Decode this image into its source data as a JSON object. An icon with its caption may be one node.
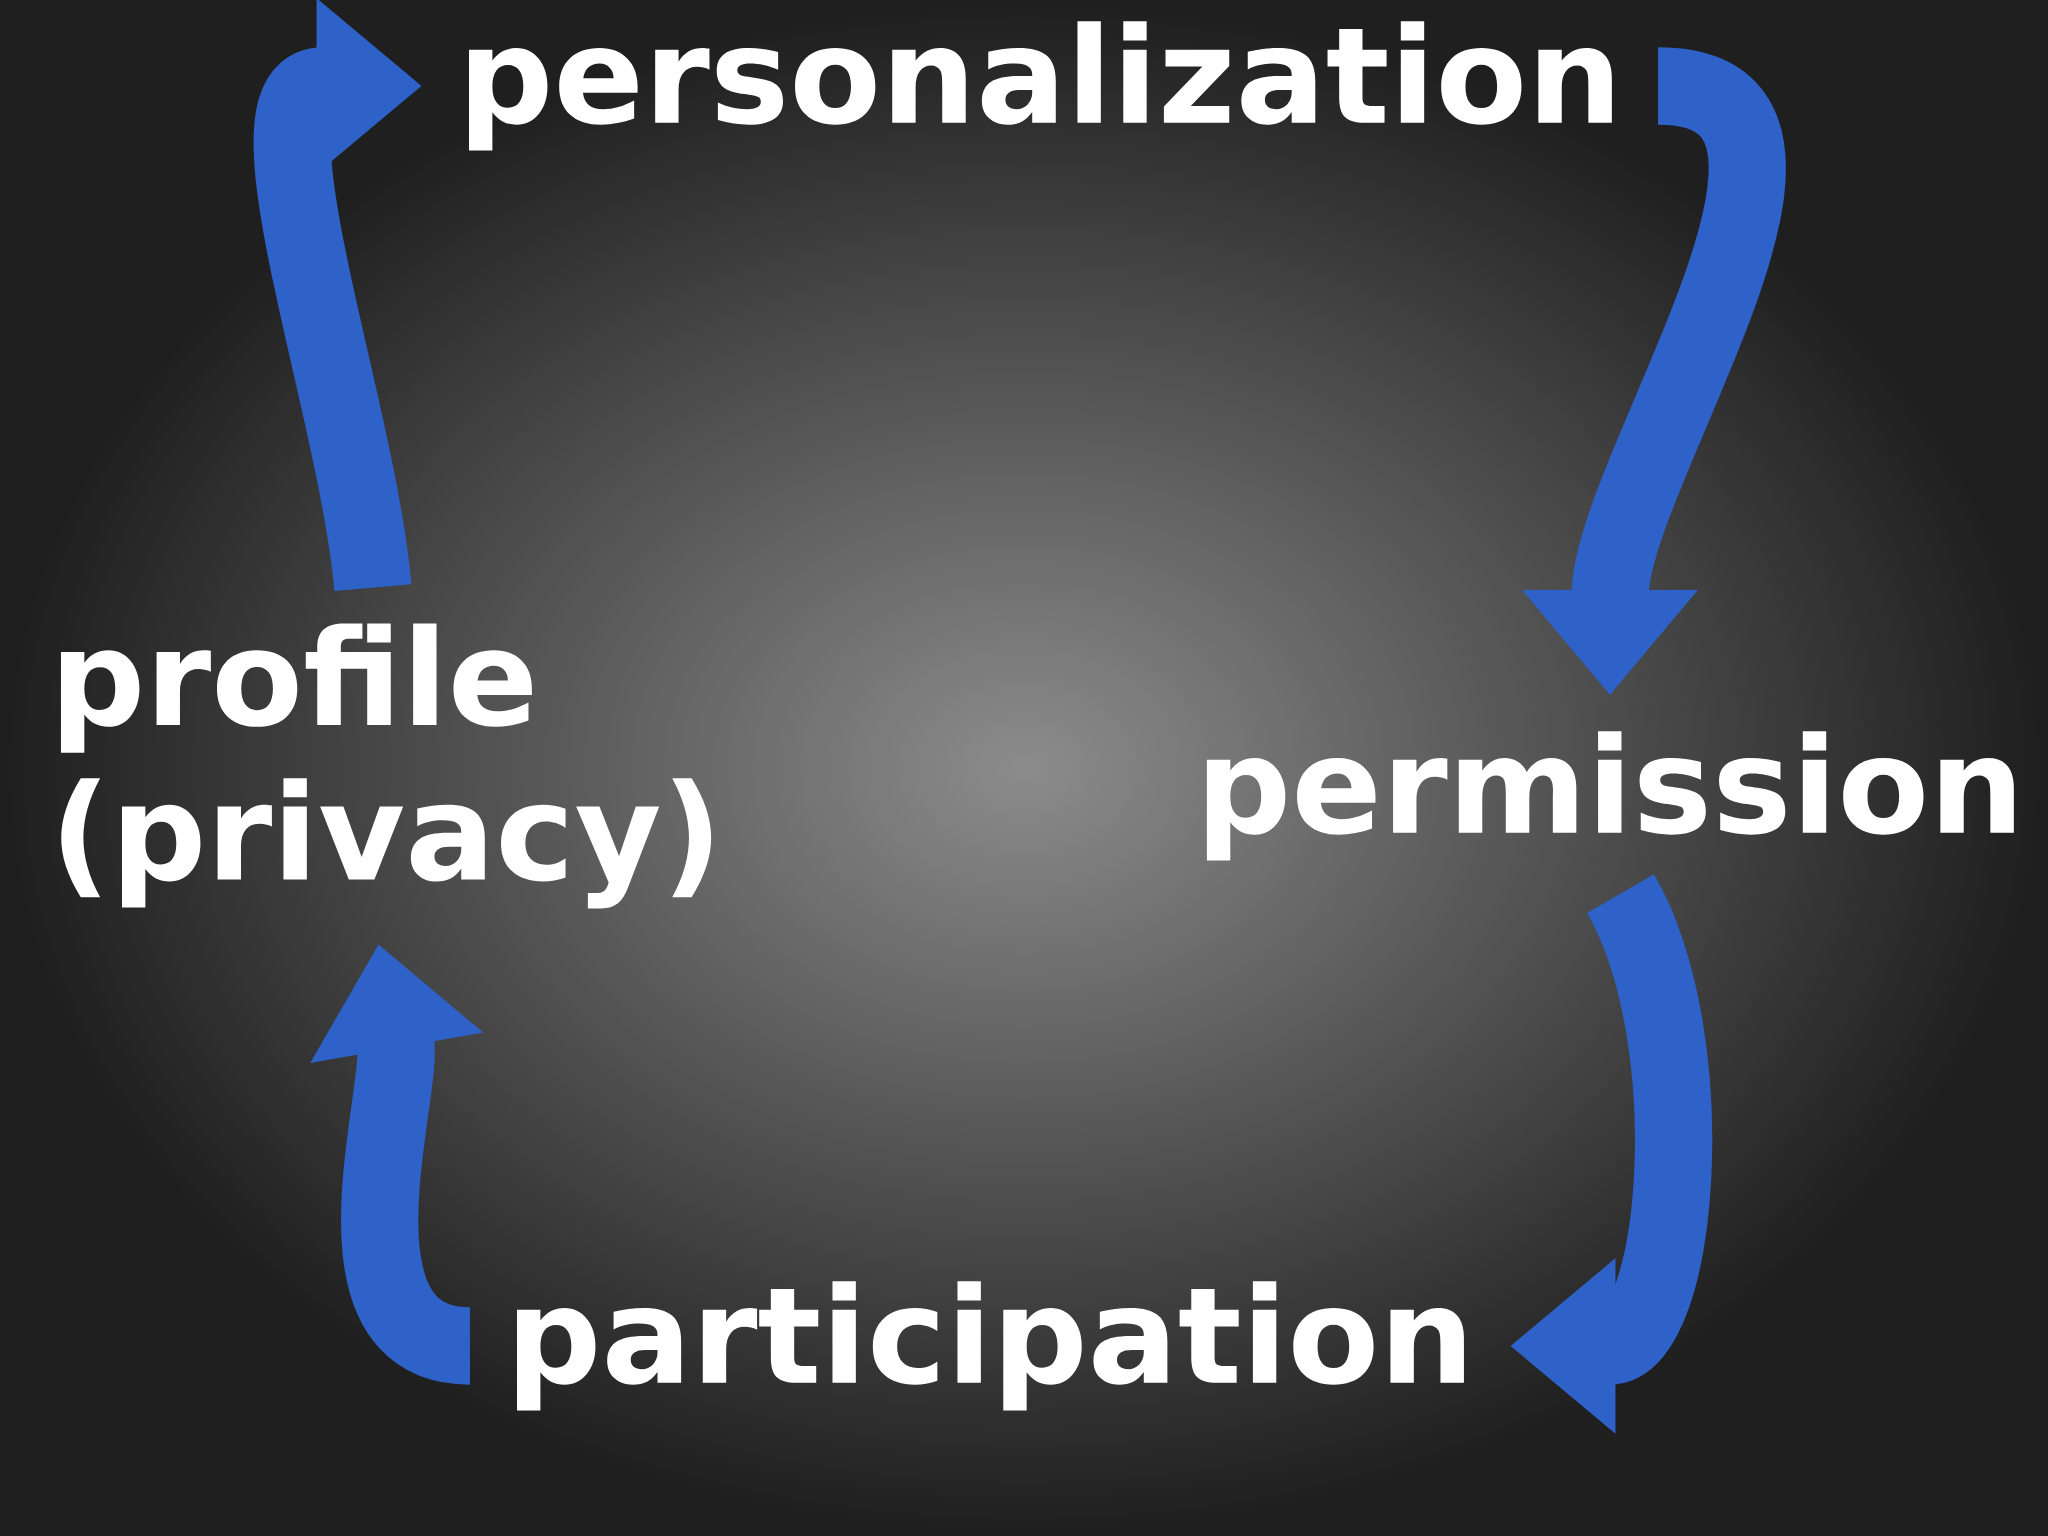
{
  "diagram": {
    "nodes": [
      {
        "text": [
          "profile (privacy)"
        ]
      },
      {
        "text": [
          "personalization"
        ]
      },
      {
        "text": [
          "permission"
        ]
      },
      {
        "text": [
          "participation"
        ]
      }
    ],
    "edges": [
      {
        "from": 0,
        "to": 1,
        "arrow": "to"
      },
      {
        "from": 1,
        "to": 2,
        "arrow": "to"
      },
      {
        "from": 2,
        "to": 3,
        "arrow": "to"
      },
      {
        "from": 3,
        "to": 0,
        "arrow": "to"
      }
    ]
  }
}
